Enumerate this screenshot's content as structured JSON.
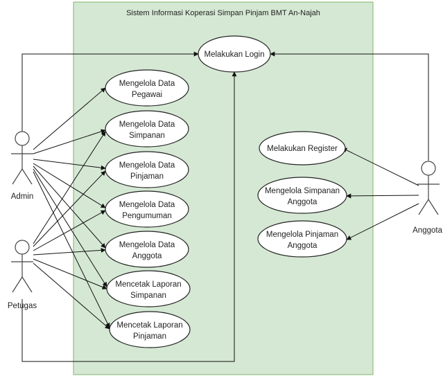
{
  "system": {
    "title": "Sistem Informasi Koperasi Simpan Pinjam BMT An-Najah",
    "fill_color": "#d5e8d4",
    "border_color": "#82b366"
  },
  "actors": {
    "admin": "Admin",
    "petugas": "Petugas",
    "anggota": "Anggota"
  },
  "use_cases": {
    "login": "Melakukan Login",
    "pegawai": [
      "Mengelola Data",
      "Pegawai"
    ],
    "simpanan": [
      "Mengelola Data",
      "Simpanan"
    ],
    "pinjaman": [
      "Mengelola Data",
      "Pinjaman"
    ],
    "pengumuman": [
      "Mengelola Data",
      "Pengumuman"
    ],
    "anggota_data": [
      "Mengelola Data",
      "Anggota"
    ],
    "lap_simpanan": [
      "Mencetak Laporan",
      "Simpanan"
    ],
    "lap_pinjaman": [
      "Mencetak Laporan",
      "Pinjaman"
    ],
    "register": "Melakukan Register",
    "simpanan_anggota": [
      "Mengelola Simpanan",
      "Anggota"
    ],
    "pinjaman_anggota": [
      "Mengelola Pinjaman",
      "Anggota"
    ]
  }
}
